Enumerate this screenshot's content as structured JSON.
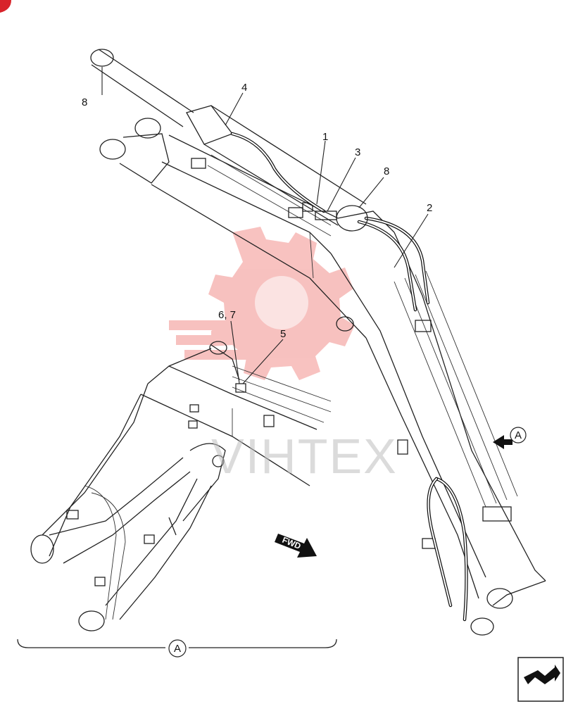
{
  "watermark": {
    "text": "VIHTEX",
    "logo_color": "#e8403a"
  },
  "callouts": {
    "c1": "1",
    "c2": "2",
    "c3": "3",
    "c4": "4",
    "c5": "5",
    "c67": "6, 7",
    "c8a": "8",
    "c8b": "8"
  },
  "view_marker": {
    "arrow_label": "A",
    "section_label": "A"
  },
  "direction": {
    "label": "FWD"
  },
  "corner_badge": {
    "color": "#d8232a"
  },
  "nav_icon": "return-arrow-icon"
}
